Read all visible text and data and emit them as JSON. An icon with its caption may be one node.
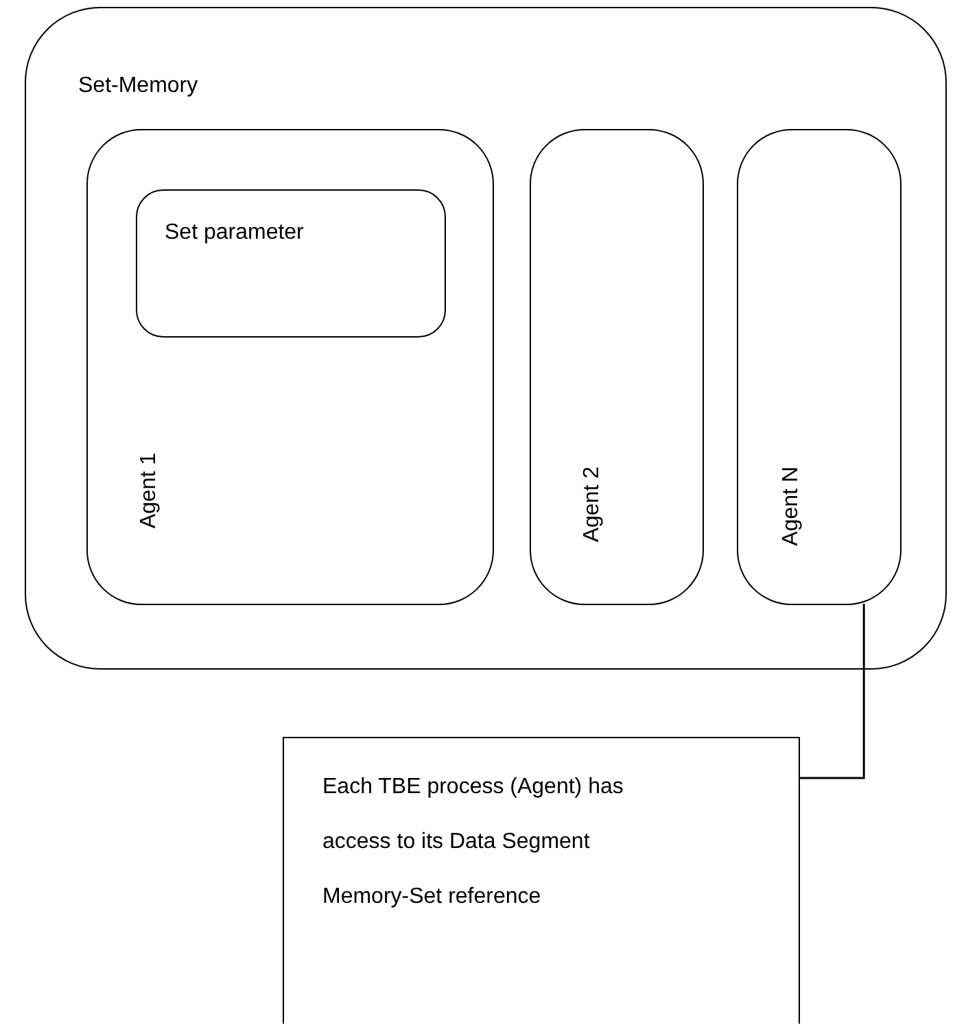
{
  "diagram": {
    "nodes": [
      {
        "text": [
          "Set-Memory"
        ]
      },
      {
        "text": [
          "Agent 1"
        ],
        "in": 0
      },
      {
        "text": [
          "Set parameter"
        ],
        "in": 1
      },
      {
        "text": [
          "Agent 2"
        ],
        "in": 0
      },
      {
        "text": [
          "Agent N"
        ],
        "in": 0
      },
      {
        "text": [
          "Each TBE process (Agent) has access to its Data Segment Memory-Set reference"
        ]
      }
    ],
    "edges": [
      {
        "from": 5,
        "to": 4,
        "arrow": "none"
      }
    ]
  }
}
